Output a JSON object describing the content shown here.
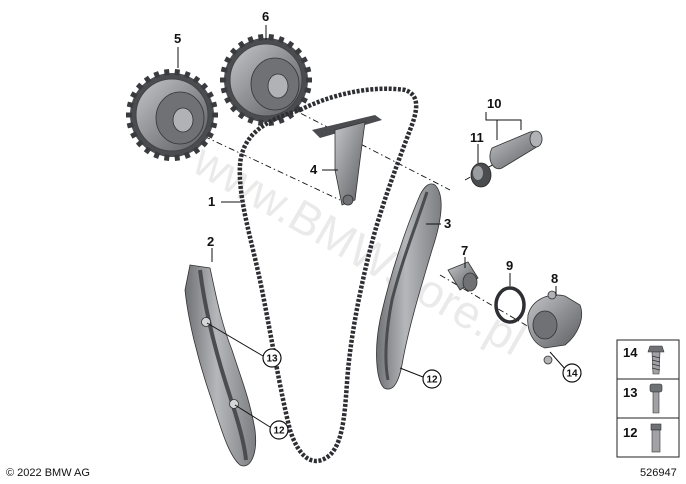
{
  "callouts": [
    {
      "id": "p1",
      "label": "1"
    },
    {
      "id": "p2",
      "label": "2"
    },
    {
      "id": "p3",
      "label": "3"
    },
    {
      "id": "p4",
      "label": "4"
    },
    {
      "id": "p5",
      "label": "5"
    },
    {
      "id": "p6",
      "label": "6"
    },
    {
      "id": "p7",
      "label": "7"
    },
    {
      "id": "p8",
      "label": "8"
    },
    {
      "id": "p9",
      "label": "9"
    },
    {
      "id": "p10",
      "label": "10"
    },
    {
      "id": "p11",
      "label": "11"
    }
  ],
  "circled": [
    {
      "id": "c13",
      "label": "13"
    },
    {
      "id": "c12a",
      "label": "12"
    },
    {
      "id": "c12b",
      "label": "12"
    },
    {
      "id": "c14",
      "label": "14"
    }
  ],
  "legend": [
    {
      "label": "14"
    },
    {
      "label": "13"
    },
    {
      "label": "12"
    }
  ],
  "watermark": "www.BMWstore.pl",
  "copyright": "© 2022 BMW AG",
  "diagram_number": "526947",
  "colors": {
    "part_gray": "#8d8f92",
    "part_dark": "#4a4c50",
    "chain": "#2e2f33",
    "line": "#111111"
  }
}
